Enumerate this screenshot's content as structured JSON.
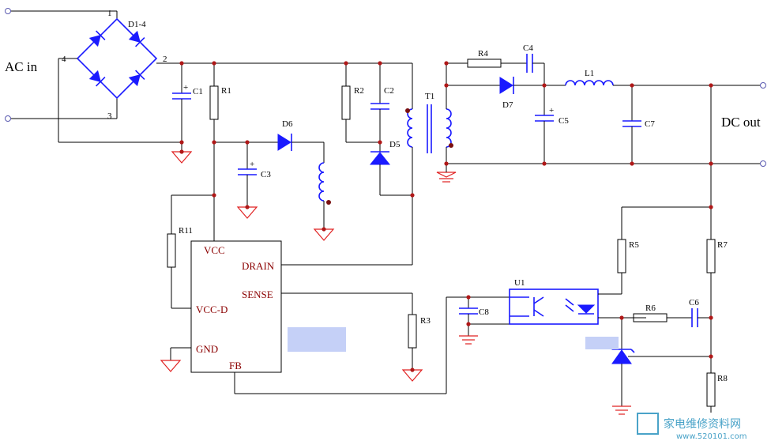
{
  "labels": {
    "ac_in": "AC in",
    "dc_out": "DC out",
    "bridge": "D1-4",
    "pin1": "1",
    "pin2": "2",
    "pin3": "3",
    "pin4": "4",
    "c1": "C1",
    "r1": "R1",
    "d6": "D6",
    "c3": "C3",
    "r2": "R2",
    "c2": "C2",
    "d5": "D5",
    "t1": "T1",
    "r4": "R4",
    "c4": "C4",
    "d7": "D7",
    "c5": "C5",
    "l1": "L1",
    "c7": "C7",
    "r11": "R11",
    "r3": "R3",
    "c8": "C8",
    "u1": "U1",
    "r5": "R5",
    "r6": "R6",
    "c6": "C6",
    "r7": "R7",
    "r8": "R8"
  },
  "ic_pins": {
    "vcc": "VCC",
    "drain": "DRAIN",
    "sense": "SENSE",
    "vcc_d": "VCC-D",
    "gnd": "GND",
    "fb": "FB"
  },
  "watermark": {
    "text": "家电维修资料网",
    "url": "www.520101.com"
  },
  "colors": {
    "wire": "#000000",
    "component": "#1a1aff",
    "ground": "#e02020",
    "pin_text": "#8b0000",
    "junction": "#b01818",
    "highlight_box": "#c5d0f7",
    "watermark": "#4aa3c8"
  }
}
